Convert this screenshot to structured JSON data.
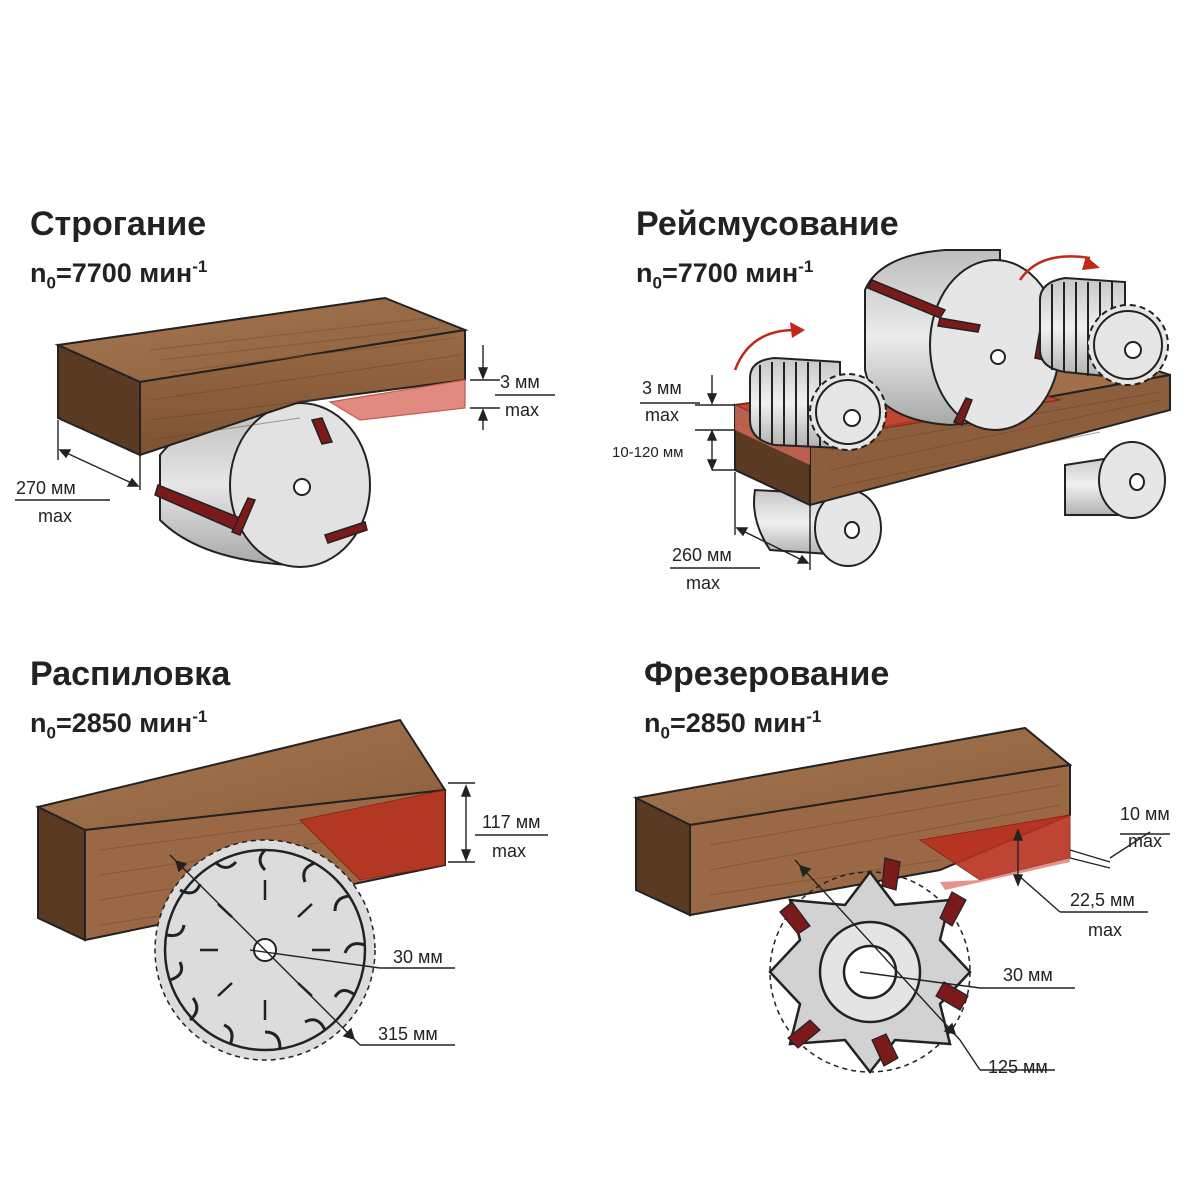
{
  "panels": {
    "planing": {
      "title": "Строгание",
      "n_label": "n",
      "n_sub": "0",
      "n_value": "=7700 мин",
      "n_sup": "-1",
      "dim_depth": "3 мм",
      "dim_depth_max": "max",
      "dim_width": "270 мм",
      "dim_width_max": "max"
    },
    "thicknessing": {
      "title": "Рейсмусование",
      "n_label": "n",
      "n_sub": "0",
      "n_value": "=7700 мин",
      "n_sup": "-1",
      "dim_depth": "3 мм",
      "dim_depth_max": "max",
      "dim_height": "10-120 мм",
      "dim_width": "260 мм",
      "dim_width_max": "max"
    },
    "sawing": {
      "title": "Распиловка",
      "n_label": "n",
      "n_sub": "0",
      "n_value": "=2850 мин",
      "n_sup": "-1",
      "dim_cut": "117 мм",
      "dim_cut_max": "max",
      "dim_bore": "30 мм",
      "dim_diameter": "315 мм"
    },
    "milling": {
      "title": "Фрезерование",
      "n_label": "n",
      "n_sub": "0",
      "n_value": "=2850 мин",
      "n_sup": "-1",
      "dim_width": "10 мм",
      "dim_width_max": "max",
      "dim_depth": "22,5 мм",
      "dim_depth_max": "max",
      "dim_bore": "30 мм",
      "dim_diameter": "125 мм"
    }
  },
  "colors": {
    "wood_top": "#9a6a44",
    "wood_front": "#8a5a36",
    "wood_end": "#5a3a22",
    "cut_red": "#b8301f",
    "cut_pink": "#e08a80",
    "steel": "#d6d6d6",
    "blade_edge": "#7a1a1a"
  }
}
